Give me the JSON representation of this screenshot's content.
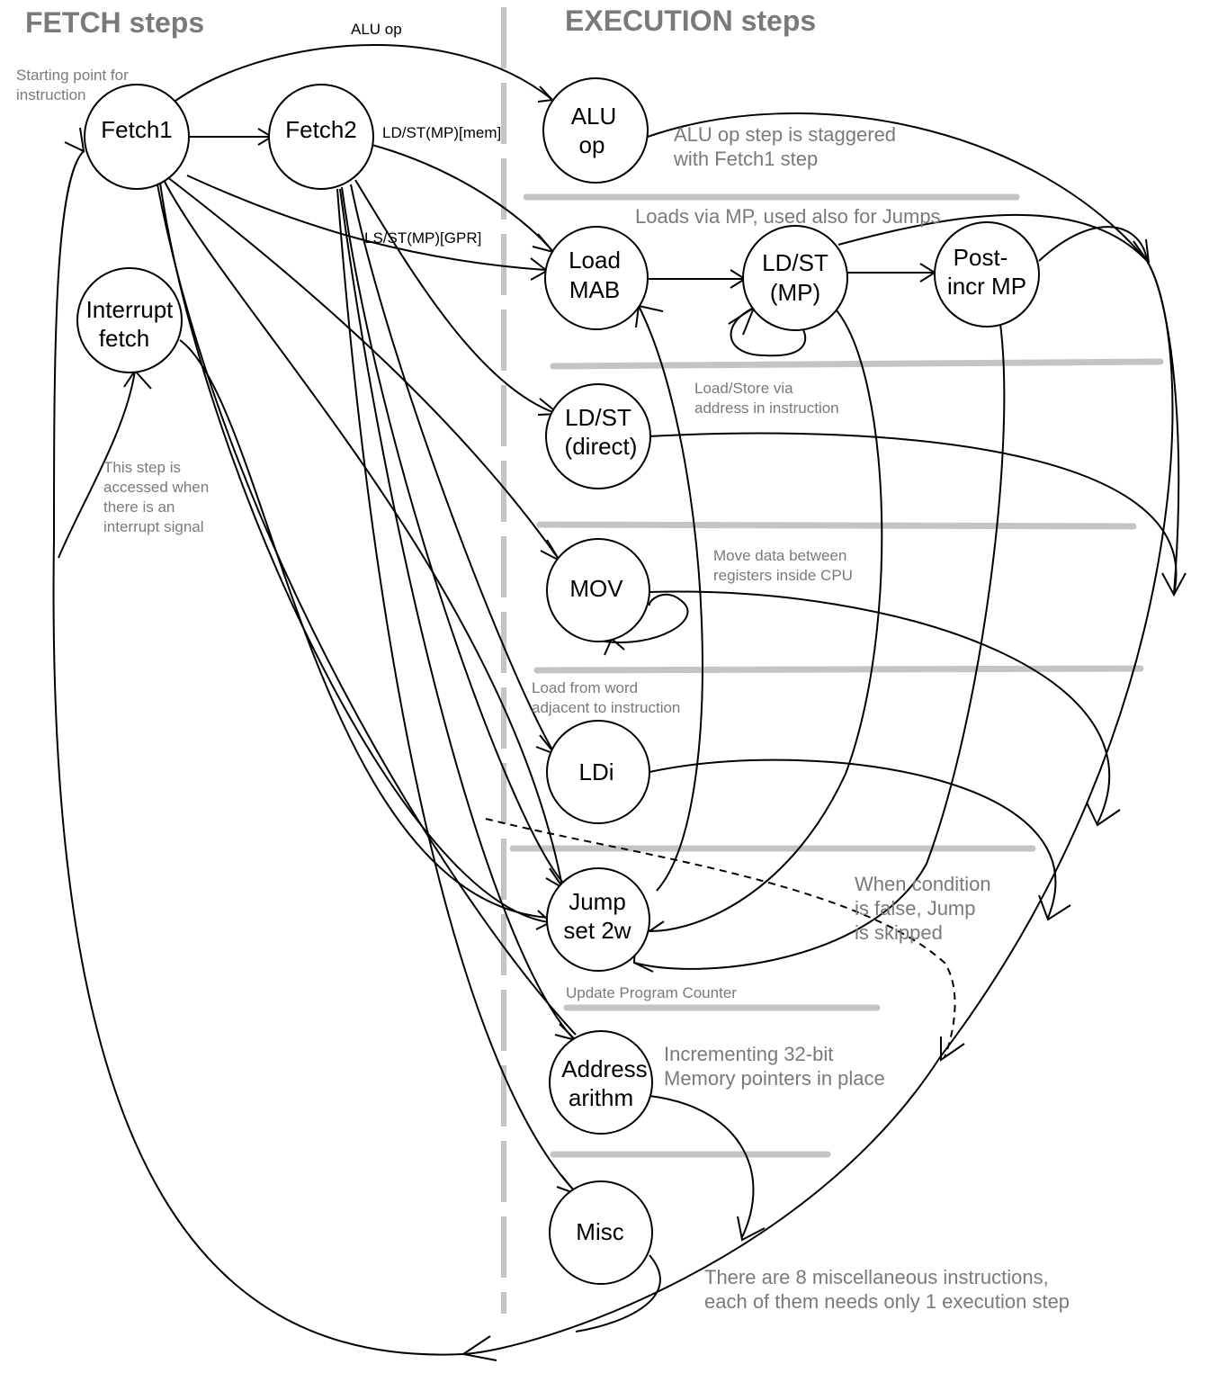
{
  "headers": {
    "fetch": "FETCH steps",
    "execution": "EXECUTION steps"
  },
  "nodes": {
    "fetch1": [
      "Fetch1"
    ],
    "fetch2": [
      "Fetch2"
    ],
    "interrupt_fetch": [
      "Interrupt",
      "fetch"
    ],
    "alu_op": [
      "ALU",
      "op"
    ],
    "load_mab": [
      "Load",
      "MAB"
    ],
    "ldst_mp": [
      "LD/ST",
      "(MP)"
    ],
    "post_incr_mp": [
      "Post-",
      "incr MP"
    ],
    "ldst_direct": [
      "LD/ST",
      "(direct)"
    ],
    "mov": [
      "MOV"
    ],
    "ldi": [
      "LDi"
    ],
    "jump_set_2w": [
      "Jump",
      "set 2w"
    ],
    "address_arith": [
      "Address",
      "arithm"
    ],
    "misc": [
      "Misc"
    ]
  },
  "edge_labels": {
    "alu_op": "ALU op",
    "ldst_mp_mem": "LD/ST(MP)[mem]",
    "ls_st_mp_gpr": "LS/ST(MP)[GPR]"
  },
  "notes": {
    "starting_point": [
      "Starting point for",
      "instruction"
    ],
    "interrupt_access": [
      "This step is",
      "accessed when",
      "there is an",
      "interrupt signal"
    ],
    "alu_staggered": [
      "ALU op step is staggered",
      "with Fetch1 step"
    ],
    "loads_via_mp": [
      "Loads via MP, used also for Jumps"
    ],
    "load_store_direct": [
      "Load/Store via",
      "address in instruction"
    ],
    "move_data": [
      "Move data between",
      "registers inside CPU"
    ],
    "load_from_word": [
      "Load from word",
      "adjacent to instruction"
    ],
    "condition_false": [
      "When condition",
      "is false, Jump",
      "is skipped"
    ],
    "update_pc": [
      "Update Program Counter"
    ],
    "incrementing": [
      "Incrementing 32-bit",
      "Memory pointers in place"
    ],
    "misc_instructions": [
      "There are 8 miscellaneous instructions,",
      "each of them needs only 1 execution step"
    ]
  }
}
